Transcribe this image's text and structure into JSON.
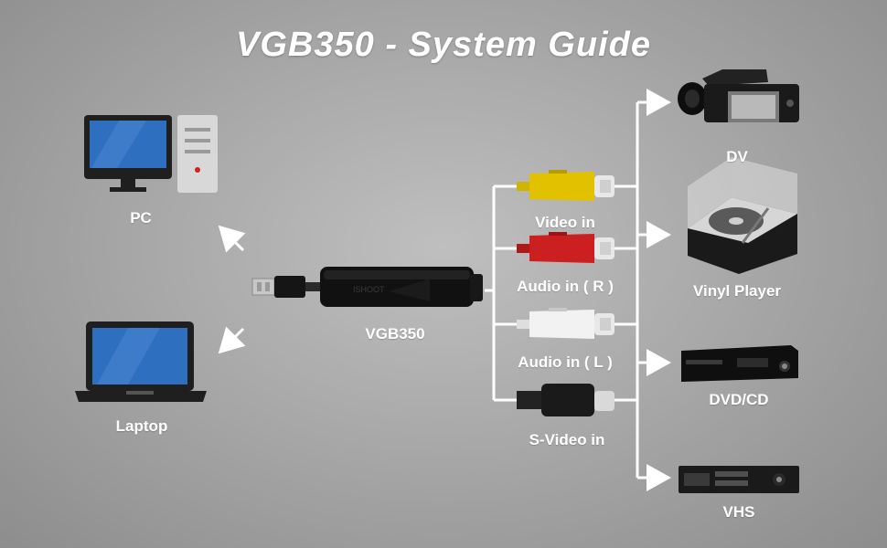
{
  "title": "VGB350 - System Guide",
  "device": {
    "label": "VGB350",
    "body_print": "ISHOOT"
  },
  "computers": [
    {
      "label": "PC",
      "icon": "desktop-pc-icon"
    },
    {
      "label": "Laptop",
      "icon": "laptop-icon"
    }
  ],
  "inputs": [
    {
      "label": "Video in",
      "connector": "rca-yellow",
      "color": "#d9b800"
    },
    {
      "label": "Audio in ( R )",
      "connector": "rca-red",
      "color": "#cc1f1f"
    },
    {
      "label": "Audio in ( L )",
      "connector": "rca-white",
      "color": "#e8e8e8"
    },
    {
      "label": "S-Video in",
      "connector": "s-video",
      "color": "#222222"
    }
  ],
  "sources": [
    {
      "label": "DV",
      "icon": "camcorder-icon"
    },
    {
      "label": "Vinyl Player",
      "icon": "turntable-icon"
    },
    {
      "label": "DVD/CD",
      "icon": "dvd-player-icon"
    },
    {
      "label": "VHS",
      "icon": "vcr-icon"
    }
  ]
}
